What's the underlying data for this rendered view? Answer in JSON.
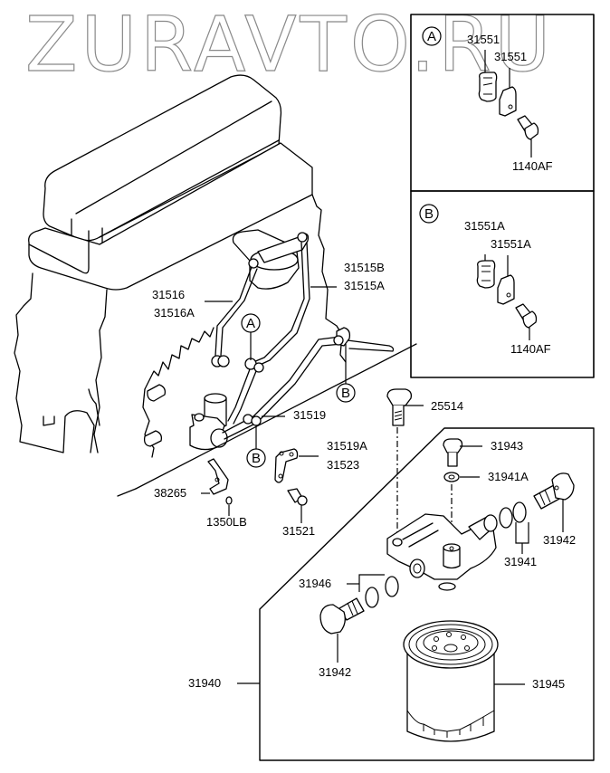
{
  "watermark": "ZURAVTO.RU",
  "detail_views": [
    {
      "id": "A",
      "callout": "A",
      "labels": {
        "clamp_left": "31551",
        "clamp_right": "31551",
        "bolt": "1140AF"
      }
    },
    {
      "id": "B",
      "callout": "B",
      "labels": {
        "clamp_left": "31551A",
        "clamp_right": "31551A",
        "bolt": "1140AF"
      }
    }
  ],
  "callouts": {
    "a": "A",
    "b1": "B",
    "b2": "B"
  },
  "parts": {
    "p31515B": "31515B",
    "p31515A": "31515A",
    "p31516": "31516",
    "p31516A": "31516A",
    "p31519": "31519",
    "p31519A": "31519A",
    "p31523": "31523",
    "p31521": "31521",
    "p38265": "38265",
    "p1350LB": "1350LB",
    "p25514": "25514",
    "p31943": "31943",
    "p31941A": "31941A",
    "p31942_right": "31942",
    "p31941": "31941",
    "p31946": "31946",
    "p31942_left": "31942",
    "p31940": "31940",
    "p31945": "31945"
  }
}
